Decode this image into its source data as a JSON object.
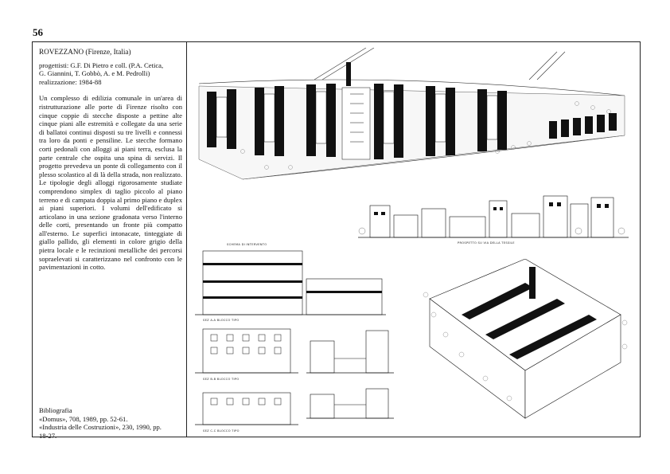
{
  "page": {
    "number": "56"
  },
  "article": {
    "title": "ROVEZZANO (Firenze, Italia)",
    "designers_line1": "progettisti: G.F. Di Pietro e coll. (P.A. Cetica,",
    "designers_line2": "G. Giannini, T. Gobbò, A. e M. Pedrolli)",
    "completion": "realizzazione: 1984-88",
    "description": "Un complesso di edilizia comunale in un'area di ristrutturazione alle porte di Firenze risolto con cinque coppie di stecche disposte a pettine alte cinque piani alle estremità e collegate da una serie di ballatoi continui disposti su tre livelli e connessi tra loro da ponti e pensiline. Le stecche formano corti pedonali con alloggi ai piani terra, esclusa la parte centrale che ospita una spina di servizi. Il progetto prevedeva un ponte di collegamento con il plesso scolastico al di là della strada, non realizzato. Le tipologie degli alloggi rigorosamente studiate comprendono simplex di taglio piccolo al piano terreno e di campata doppia al primo piano e duplex ai piani superiori. I volumi dell'edificato si articolano in una sezione gradonata verso l'interno delle corti, presentando un fronte più compatto all'esterno. Le superfici intonacate, tinteggiate di giallo pallido, gli elementi in colore grigio della pietra locale e le recinzioni metalliche dei percorsi sopraelevati si caratterizzano nel confronto con le pavimentazioni in cotto."
  },
  "bibliography": {
    "heading": "Bibliografia",
    "entry1": "«Domus», 708, 1989, pp. 52-61.",
    "entry2_line1": "«Industria delle Costruzioni», 230, 1990, pp.",
    "entry2_line2": "18-27."
  },
  "captions": {
    "elevation": "PROSPETTO SU VIA DELLA TESSILE",
    "typical_section": "SCHEMA DI INTERVENTO",
    "section_aa": "SEZ A-A  BLOCCO TIPO",
    "section_bb": "SEZ B-B  BLOCCO TIPO",
    "section_cc": "SEZ C-C  BLOCCO TIPO"
  }
}
